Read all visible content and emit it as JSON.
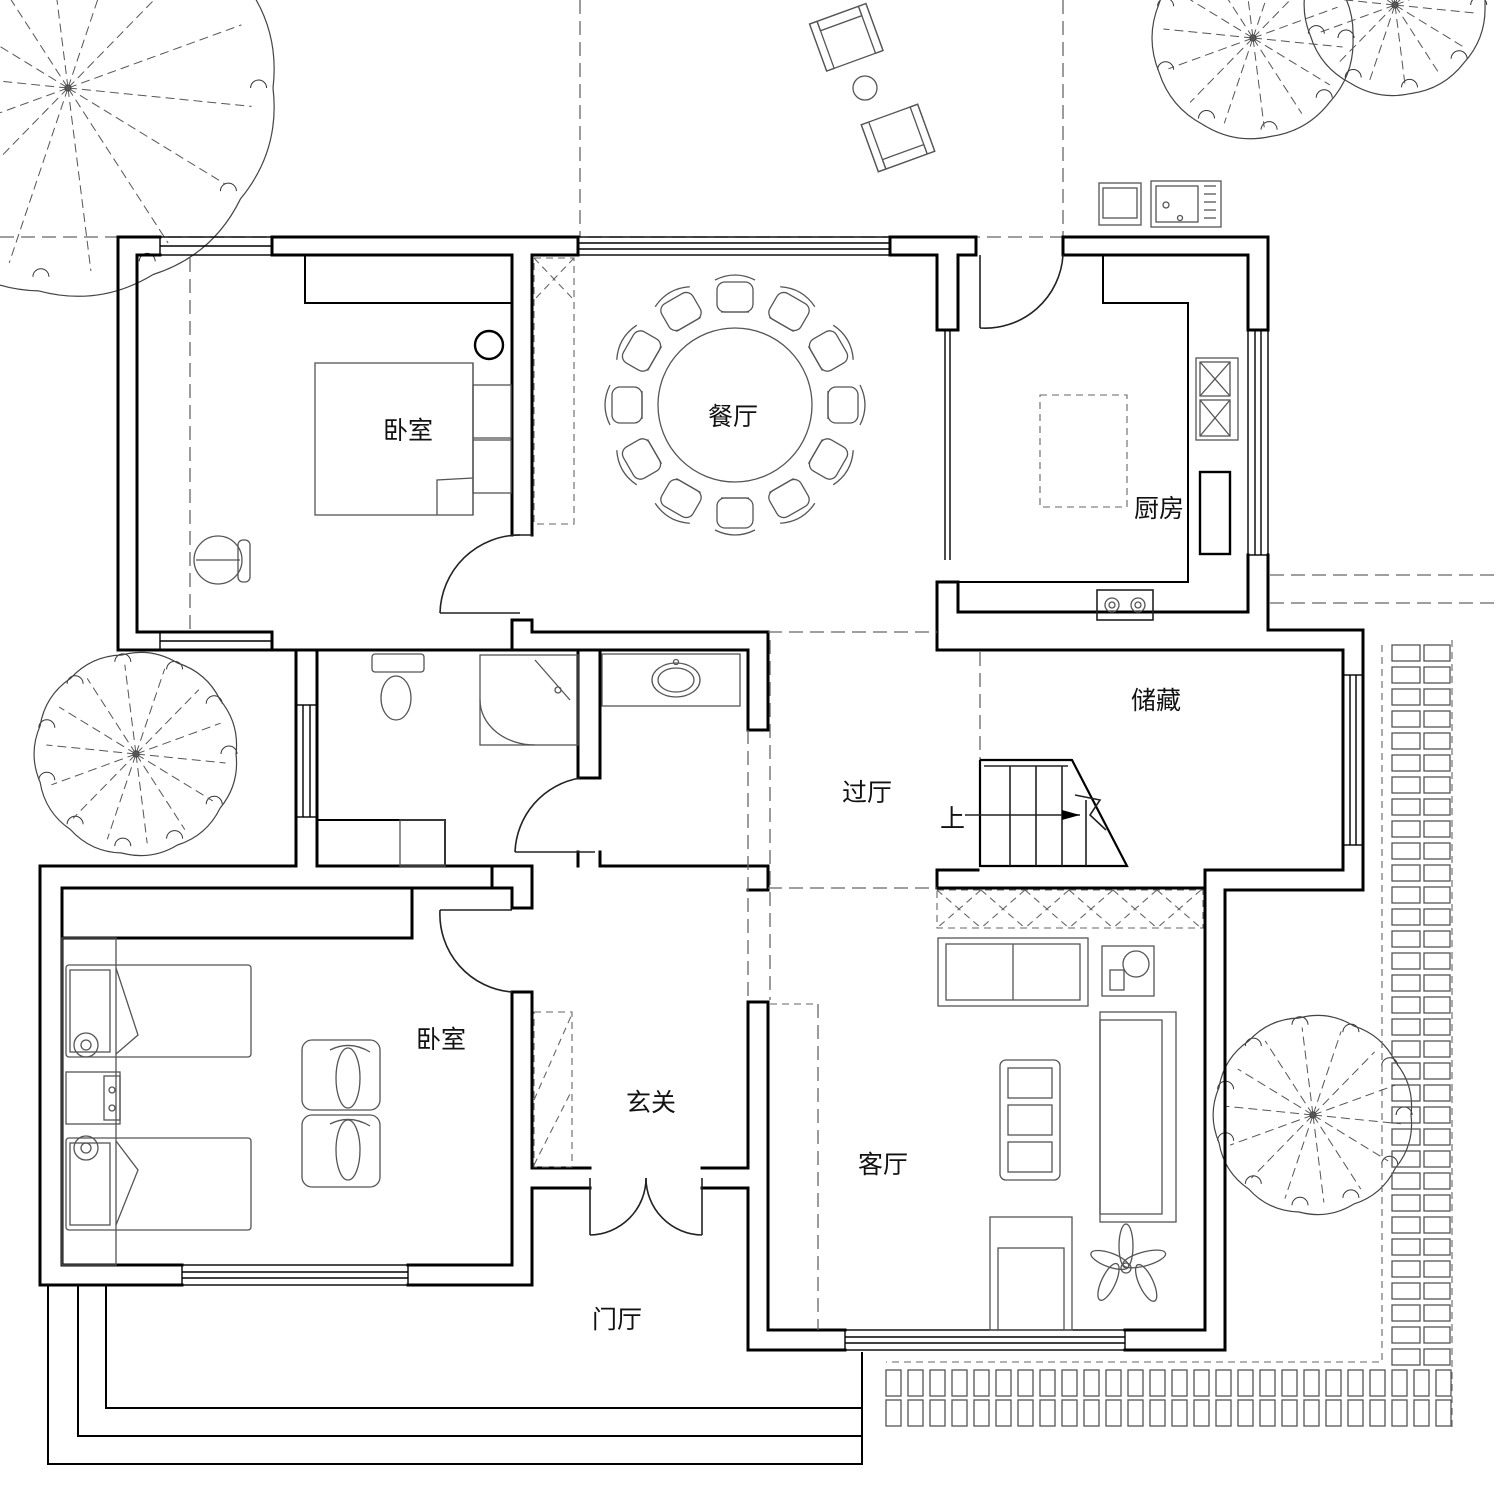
{
  "rooms": {
    "bedroom_north": "卧室",
    "dining": "餐厅",
    "kitchen": "厨房",
    "storage": "储藏",
    "hall": "过厅",
    "stair_up": "上",
    "bedroom_south": "卧室",
    "foyer": "玄关",
    "living": "客厅",
    "porch": "门厅"
  },
  "dining_table": {
    "chair_count": 12
  },
  "colors": {
    "line": "#000000",
    "fixture": "#555555",
    "background": "#ffffff"
  }
}
